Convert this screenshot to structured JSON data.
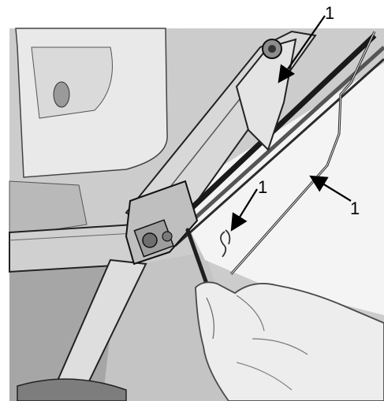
{
  "figure": {
    "callouts": [
      {
        "id": "a",
        "label": "1"
      },
      {
        "id": "b",
        "label": "1"
      },
      {
        "id": "c",
        "label": "1"
      }
    ]
  }
}
